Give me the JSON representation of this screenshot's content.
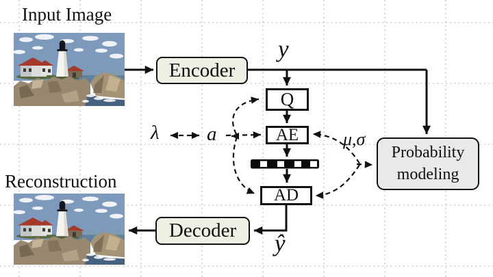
{
  "diagram": {
    "input_label": "Input Image",
    "reconstruction_label": "Reconstruction",
    "encoder": "Encoder",
    "decoder": "Decoder",
    "quantization": "Q",
    "arithmetic_encoder": "AE",
    "arithmetic_decoder": "AD",
    "probability_modeling": "Probability modeling",
    "latent": "y",
    "latent_hat": "ŷ",
    "lambda_symbol": "λ",
    "gain_symbol": "a",
    "mu_sigma": "μ,σ",
    "colors": {
      "coder_box_fill": "#edf0e2",
      "probability_box_fill": "#e9e9ec",
      "line": "#111111",
      "grid_dots": "#c9c9c9",
      "bitstream": "#0a0a0a"
    },
    "icons": {
      "input_photo": "lighthouse-photo",
      "reconstruction_photo": "lighthouse-photo",
      "bitstream": "bitstream-bar"
    }
  }
}
